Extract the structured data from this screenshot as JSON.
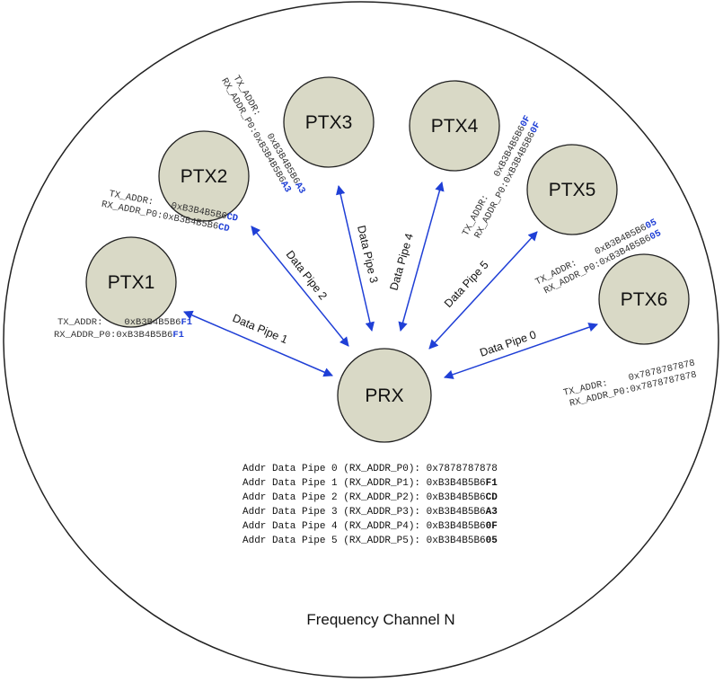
{
  "prx": {
    "label": "PRX"
  },
  "ptx": [
    {
      "label": "PTX1",
      "tx_prefix": "TX_ADDR:",
      "tx_value": "0xB3B4B5B6",
      "tx_suffix": "F1",
      "rx_prefix": "RX_ADDR_P0:",
      "rx_value": "0xB3B4B5B6",
      "rx_suffix": "F1"
    },
    {
      "label": "PTX2",
      "tx_prefix": "TX_ADDR:",
      "tx_value": "0xB3B4B5B6",
      "tx_suffix": "CD",
      "rx_prefix": "RX_ADDR_P0:",
      "rx_value": "0xB3B4B5B6",
      "rx_suffix": "CD"
    },
    {
      "label": "PTX3",
      "tx_prefix": "TX_ADDR:",
      "tx_value": "0xB3B4B5B6",
      "tx_suffix": "A3",
      "rx_prefix": "RX_ADDR_P0:",
      "rx_value": "0xB3B4B5B6",
      "rx_suffix": "A3"
    },
    {
      "label": "PTX4",
      "tx_prefix": "TX_ADDR:",
      "tx_value": "0xB3B4B5B6",
      "tx_suffix": "0F",
      "rx_prefix": "RX_ADDR_P0:",
      "rx_value": "0xB3B4B5B6",
      "rx_suffix": "0F"
    },
    {
      "label": "PTX5",
      "tx_prefix": "TX_ADDR:",
      "tx_value": "0xB3B4B5B6",
      "tx_suffix": "05",
      "rx_prefix": "RX_ADDR_P0:",
      "rx_value": "0xB3B4B5B6",
      "rx_suffix": "05"
    },
    {
      "label": "PTX6",
      "tx_prefix": "TX_ADDR:",
      "tx_value": "0x7878787878",
      "tx_suffix": "",
      "rx_prefix": "RX_ADDR_P0:",
      "rx_value": "0x7878787878",
      "rx_suffix": ""
    }
  ],
  "pipes": [
    "Data Pipe 1",
    "Data Pipe 2",
    "Data Pipe 3",
    "Data Pipe 4",
    "Data Pipe 5",
    "Data Pipe 0"
  ],
  "address_table": [
    {
      "prefix": "Addr Data Pipe 0 (RX_ADDR_P0): 0x7878787878",
      "suffix": ""
    },
    {
      "prefix": "Addr Data Pipe 1 (RX_ADDR_P1): 0xB3B4B5B6",
      "suffix": "F1"
    },
    {
      "prefix": "Addr Data Pipe 2 (RX_ADDR_P2): 0xB3B4B5B6",
      "suffix": "CD"
    },
    {
      "prefix": "Addr Data Pipe 3 (RX_ADDR_P3): 0xB3B4B5B6",
      "suffix": "A3"
    },
    {
      "prefix": "Addr Data Pipe 4 (RX_ADDR_P4): 0xB3B4B5B6",
      "suffix": "0F"
    },
    {
      "prefix": "Addr Data Pipe 5 (RX_ADDR_P5): 0xB3B4B5B6",
      "suffix": "05"
    }
  ],
  "channel_label": "Frequency Channel N",
  "colors": {
    "node_fill": "#d9d9c6",
    "arrow": "#1f3fd6",
    "highlight": "#1f3fd6",
    "outline": "#222222"
  }
}
